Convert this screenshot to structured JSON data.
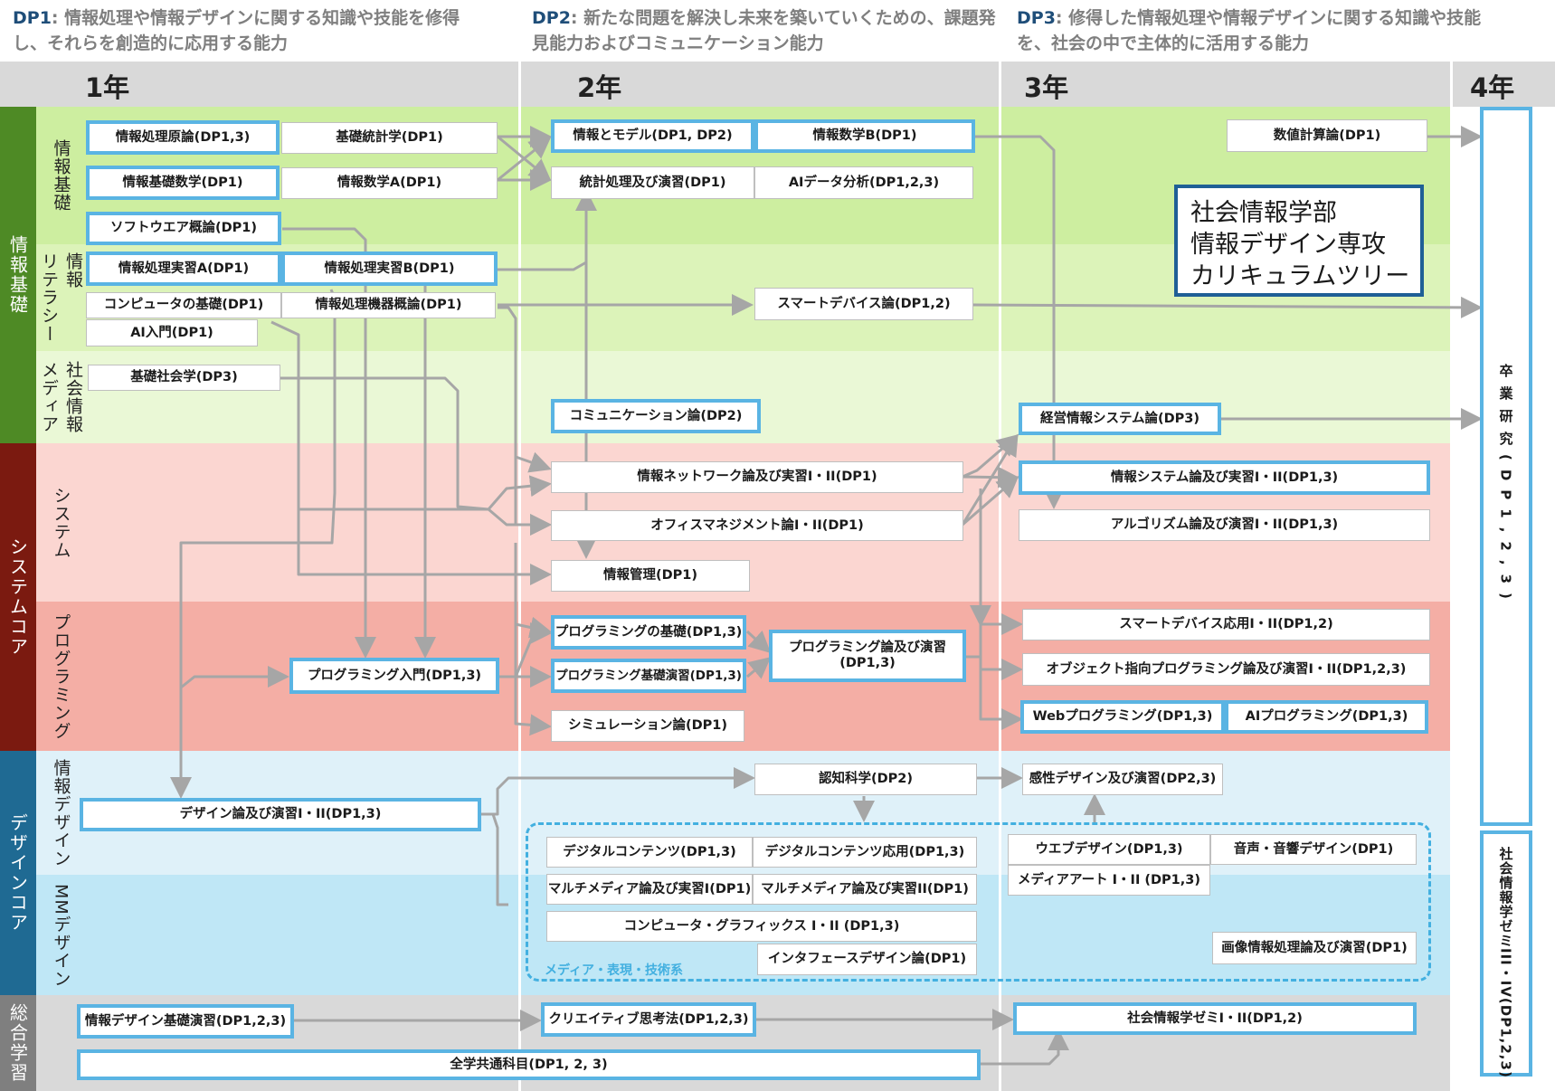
{
  "dp_headers": [
    {
      "code": "DP1",
      "text": ": 情報処理や情報デザインに関する知識や技能を修得し、それらを創造的に応用する能力"
    },
    {
      "code": "DP2",
      "text": ": 新たな問題を解決し未来を築いていくための、課題発見能力およびコミュニケーション能力"
    },
    {
      "code": "DP3",
      "text": ": 修得した情報処理や情報デザインに関する知識や技能を、社会の中で主体的に活用する能力"
    }
  ],
  "years": [
    "1年",
    "2年",
    "3年",
    "4年"
  ],
  "categories": {
    "kiso": "情報基礎",
    "system_core": "システムコア",
    "design_core": "デザインコア",
    "sogo": "総合学習"
  },
  "subcategories": {
    "joho_kiso": "情報基礎",
    "literacy": "情報\nリテラシー",
    "media": "社会情報\nメディア",
    "system": "システム",
    "programming": "プログラミング",
    "info_design": "情報デザイン",
    "mm_design": "MMデザイン"
  },
  "title_lines": [
    "社会情報学部",
    "情報デザイン専攻",
    "カリキュラムツリー"
  ],
  "sotsugyo": "卒業研究(DP1,2,3)",
  "zemi34": "社会情報学ゼミIII・IV(DP1,2,3)",
  "dashed_label": "メディア・表現・技術系",
  "courses": {
    "c1": "情報処理原論(DP1,3)",
    "c2": "基礎統計学(DP1)",
    "c3": "情報基礎数学(DP1)",
    "c4": "情報数学A(DP1)",
    "c5": "ソフトウエア概論(DP1)",
    "c6": "情報処理実習A(DP1)",
    "c7": "情報処理実習B(DP1)",
    "c8": "コンピュータの基礎(DP1)",
    "c9": "情報処理機器概論(DP1)",
    "c10": "AI入門(DP1)",
    "c11": "基礎社会学(DP3)",
    "c12": "プログラミング入門(DP1,3)",
    "c13": "デザイン論及び演習I・II(DP1,3)",
    "c14": "情報デザイン基礎演習(DP1,2,3)",
    "c15": "全学共通科目(DP1, 2, 3)",
    "c16": "情報とモデル(DP1, DP2)",
    "c17": "情報数学B(DP1)",
    "c18": "統計処理及び演習(DP1)",
    "c19": "AIデータ分析(DP1,2,3)",
    "c20": "スマートデバイス論(DP1,2)",
    "c21": "コミュニケーション論(DP2)",
    "c22": "情報ネットワーク論及び実習I・II(DP1)",
    "c23": "オフィスマネジメント論I・II(DP1)",
    "c24": "情報管理(DP1)",
    "c25": "プログラミングの基礎(DP1,3)",
    "c26": "プログラミング基礎演習(DP1,3)",
    "c27": "プログラミング論及び演習\n(DP1,3)",
    "c28": "シミュレーション論(DP1)",
    "c29": "認知科学(DP2)",
    "c30": "デジタルコンテンツ(DP1,3)",
    "c31": "デジタルコンテンツ応用(DP1,3)",
    "c32": "マルチメディア論及び実習I(DP1)",
    "c33": "マルチメディア論及び実習II(DP1)",
    "c34": "コンピュータ・グラフィックス I・II (DP1,3)",
    "c35": "インタフェースデザイン論(DP1)",
    "c36": "クリエイティブ思考法(DP1,2,3)",
    "c37": "数値計算論(DP1)",
    "c38": "経営情報システム論(DP3)",
    "c39": "情報システム論及び実習I・II(DP1,3)",
    "c40": "アルゴリズム論及び演習I・II(DP1,3)",
    "c41": "スマートデバイス応用I・II(DP1,2)",
    "c42": "オブジェクト指向プログラミング論及び演習I・II(DP1,2,3)",
    "c43": "Webプログラミング(DP1,3)",
    "c44": "AIプログラミング(DP1,3)",
    "c45": "感性デザイン及び演習(DP2,3)",
    "c46": "ウエブデザイン(DP1,3)",
    "c47": "音声・音響デザイン(DP1)",
    "c48": "メディアアート I・II (DP1,3)",
    "c49": "画像情報処理論及び演習(DP1)",
    "c50": "社会情報学ゼミI・II(DP1,2)"
  },
  "colors": {
    "green_dark": "#4e8a25",
    "red_dark": "#7b1a10",
    "blue_dark": "#1f6a93",
    "gray_dark": "#7f7f7f",
    "band_green1": "#cdeea0",
    "band_green2": "#dcf3b9",
    "band_green3": "#eaf8d6",
    "band_pink1": "#fbd6d1",
    "band_pink2": "#f4aea5",
    "band_blue1": "#dff1f9",
    "band_blue2": "#bfe7f6",
    "band_gray": "#d9d9d9",
    "box_border": "#5ab4e3",
    "arrow": "#a6a6a6",
    "title_border": "#1f5f96"
  }
}
